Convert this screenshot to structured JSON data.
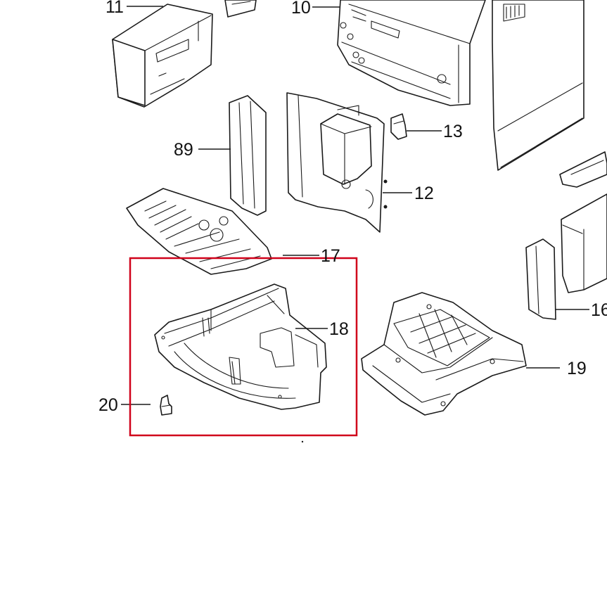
{
  "parts": [
    {
      "key": "11",
      "label": "11"
    },
    {
      "key": "10",
      "label": "10"
    },
    {
      "key": "89",
      "label": "89"
    },
    {
      "key": "13",
      "label": "13"
    },
    {
      "key": "12",
      "label": "12"
    },
    {
      "key": "17",
      "label": "17"
    },
    {
      "key": "18",
      "label": "18"
    },
    {
      "key": "16",
      "label": "16"
    },
    {
      "key": "19",
      "label": "19"
    },
    {
      "key": "20",
      "label": "20"
    }
  ],
  "highlight_color": "#d0021b",
  "line_color": "#1a1a1a"
}
